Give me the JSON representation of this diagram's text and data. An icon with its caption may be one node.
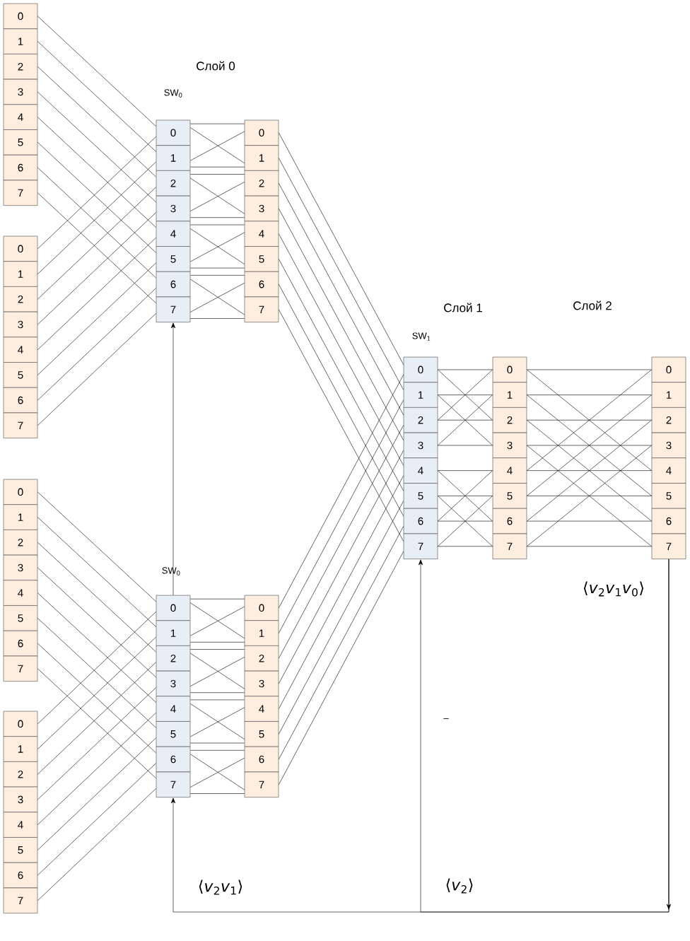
{
  "diagram": {
    "nodes": [
      {
        "text": [
          "0"
        ]
      },
      {
        "text": [
          "1"
        ]
      },
      {
        "text": [
          "2"
        ]
      },
      {
        "text": [
          "3"
        ]
      },
      {
        "text": [
          "4"
        ]
      },
      {
        "text": [
          "5"
        ]
      },
      {
        "text": [
          "6"
        ]
      },
      {
        "text": [
          "7"
        ]
      },
      {
        "text": [
          "0"
        ]
      },
      {
        "text": [
          "1"
        ]
      },
      {
        "text": [
          "2"
        ]
      },
      {
        "text": [
          "3"
        ]
      },
      {
        "text": [
          "4"
        ]
      },
      {
        "text": [
          "5"
        ]
      },
      {
        "text": [
          "6"
        ]
      },
      {
        "text": [
          "7"
        ]
      },
      {
        "text": [
          "0"
        ]
      },
      {
        "text": [
          "1"
        ]
      },
      {
        "text": [
          "2"
        ]
      },
      {
        "text": [
          "3"
        ]
      },
      {
        "text": [
          "4"
        ]
      },
      {
        "text": [
          "5"
        ]
      },
      {
        "text": [
          "6"
        ]
      },
      {
        "text": [
          "7"
        ]
      },
      {
        "text": [
          "0"
        ]
      },
      {
        "text": [
          "1"
        ]
      },
      {
        "text": [
          "2"
        ]
      },
      {
        "text": [
          "3"
        ]
      },
      {
        "text": [
          "4"
        ]
      },
      {
        "text": [
          "5"
        ]
      },
      {
        "text": [
          "6"
        ]
      },
      {
        "text": [
          "7"
        ]
      },
      {
        "text": [
          "0"
        ]
      },
      {
        "text": [
          "1"
        ]
      },
      {
        "text": [
          "2"
        ]
      },
      {
        "text": [
          "3"
        ]
      },
      {
        "text": [
          "4"
        ]
      },
      {
        "text": [
          "5"
        ]
      },
      {
        "text": [
          "6"
        ]
      },
      {
        "text": [
          "7"
        ]
      },
      {
        "text": [
          "0"
        ]
      },
      {
        "text": [
          "1"
        ]
      },
      {
        "text": [
          "2"
        ]
      },
      {
        "text": [
          "3"
        ]
      },
      {
        "text": [
          "4"
        ]
      },
      {
        "text": [
          "5"
        ]
      },
      {
        "text": [
          "6"
        ]
      },
      {
        "text": [
          "7"
        ]
      },
      {
        "text": [
          "0"
        ]
      },
      {
        "text": [
          "1"
        ]
      },
      {
        "text": [
          "2"
        ]
      },
      {
        "text": [
          "3"
        ]
      },
      {
        "text": [
          "4"
        ]
      },
      {
        "text": [
          "5"
        ]
      },
      {
        "text": [
          "6"
        ]
      },
      {
        "text": [
          "7"
        ]
      },
      {
        "text": [
          "0"
        ]
      },
      {
        "text": [
          "1"
        ]
      },
      {
        "text": [
          "2"
        ]
      },
      {
        "text": [
          "3"
        ]
      },
      {
        "text": [
          "4"
        ]
      },
      {
        "text": [
          "5"
        ]
      },
      {
        "text": [
          "6"
        ]
      },
      {
        "text": [
          "7"
        ]
      },
      {
        "text": [
          "0"
        ]
      },
      {
        "text": [
          "1"
        ]
      },
      {
        "text": [
          "2"
        ]
      },
      {
        "text": [
          "3"
        ]
      },
      {
        "text": [
          "4"
        ]
      },
      {
        "text": [
          "5"
        ]
      },
      {
        "text": [
          "6"
        ]
      },
      {
        "text": [
          "7"
        ]
      },
      {
        "text": [
          "0"
        ]
      },
      {
        "text": [
          "1"
        ]
      },
      {
        "text": [
          "2"
        ]
      },
      {
        "text": [
          "3"
        ]
      },
      {
        "text": [
          "4"
        ]
      },
      {
        "text": [
          "5"
        ]
      },
      {
        "text": [
          "6"
        ]
      },
      {
        "text": [
          "7"
        ]
      },
      {
        "text": [
          "0"
        ]
      },
      {
        "text": [
          "1"
        ]
      },
      {
        "text": [
          "2"
        ]
      },
      {
        "text": [
          "3"
        ]
      },
      {
        "text": [
          "4"
        ]
      },
      {
        "text": [
          "5"
        ]
      },
      {
        "text": [
          "6"
        ]
      },
      {
        "text": [
          "7"
        ]
      }
    ],
    "edges": [
      {
        "from": 0,
        "to": 32,
        "arrow": "none"
      },
      {
        "from": 1,
        "to": 33,
        "arrow": "none"
      },
      {
        "from": 2,
        "to": 34,
        "arrow": "none"
      },
      {
        "from": 3,
        "to": 35,
        "arrow": "none"
      },
      {
        "from": 4,
        "to": 36,
        "arrow": "none"
      },
      {
        "from": 5,
        "to": 37,
        "arrow": "none"
      },
      {
        "from": 6,
        "to": 38,
        "arrow": "none"
      },
      {
        "from": 7,
        "to": 39,
        "arrow": "none"
      },
      {
        "from": 8,
        "to": 32,
        "arrow": "none"
      },
      {
        "from": 9,
        "to": 33,
        "arrow": "none"
      },
      {
        "from": 10,
        "to": 34,
        "arrow": "none"
      },
      {
        "from": 11,
        "to": 35,
        "arrow": "none"
      },
      {
        "from": 12,
        "to": 36,
        "arrow": "none"
      },
      {
        "from": 13,
        "to": 37,
        "arrow": "none"
      },
      {
        "from": 14,
        "to": 38,
        "arrow": "none"
      },
      {
        "from": 15,
        "to": 39,
        "arrow": "none"
      },
      {
        "from": 16,
        "to": 48,
        "arrow": "none"
      },
      {
        "from": 17,
        "to": 49,
        "arrow": "none"
      },
      {
        "from": 18,
        "to": 50,
        "arrow": "none"
      },
      {
        "from": 19,
        "to": 51,
        "arrow": "none"
      },
      {
        "from": 20,
        "to": 52,
        "arrow": "none"
      },
      {
        "from": 21,
        "to": 53,
        "arrow": "none"
      },
      {
        "from": 22,
        "to": 54,
        "arrow": "none"
      },
      {
        "from": 23,
        "to": 55,
        "arrow": "none"
      },
      {
        "from": 24,
        "to": 48,
        "arrow": "none"
      },
      {
        "from": 25,
        "to": 49,
        "arrow": "none"
      },
      {
        "from": 26,
        "to": 50,
        "arrow": "none"
      },
      {
        "from": 27,
        "to": 51,
        "arrow": "none"
      },
      {
        "from": 28,
        "to": 52,
        "arrow": "none"
      },
      {
        "from": 29,
        "to": 53,
        "arrow": "none"
      },
      {
        "from": 30,
        "to": 54,
        "arrow": "none"
      },
      {
        "from": 31,
        "to": 55,
        "arrow": "none"
      },
      {
        "from": 32,
        "to": 40,
        "arrow": "none"
      },
      {
        "from": 32,
        "to": 41,
        "arrow": "none"
      },
      {
        "from": 33,
        "to": 40,
        "arrow": "none"
      },
      {
        "from": 33,
        "to": 41,
        "arrow": "none"
      },
      {
        "from": 34,
        "to": 42,
        "arrow": "none"
      },
      {
        "from": 34,
        "to": 43,
        "arrow": "none"
      },
      {
        "from": 35,
        "to": 42,
        "arrow": "none"
      },
      {
        "from": 35,
        "to": 43,
        "arrow": "none"
      },
      {
        "from": 36,
        "to": 44,
        "arrow": "none"
      },
      {
        "from": 36,
        "to": 45,
        "arrow": "none"
      },
      {
        "from": 37,
        "to": 44,
        "arrow": "none"
      },
      {
        "from": 37,
        "to": 45,
        "arrow": "none"
      },
      {
        "from": 38,
        "to": 46,
        "arrow": "none"
      },
      {
        "from": 38,
        "to": 47,
        "arrow": "none"
      },
      {
        "from": 39,
        "to": 46,
        "arrow": "none"
      },
      {
        "from": 39,
        "to": 47,
        "arrow": "none"
      },
      {
        "from": 48,
        "to": 56,
        "arrow": "none"
      },
      {
        "from": 48,
        "to": 57,
        "arrow": "none"
      },
      {
        "from": 49,
        "to": 56,
        "arrow": "none"
      },
      {
        "from": 49,
        "to": 57,
        "arrow": "none"
      },
      {
        "from": 50,
        "to": 58,
        "arrow": "none"
      },
      {
        "from": 50,
        "to": 59,
        "arrow": "none"
      },
      {
        "from": 51,
        "to": 58,
        "arrow": "none"
      },
      {
        "from": 51,
        "to": 59,
        "arrow": "none"
      },
      {
        "from": 52,
        "to": 60,
        "arrow": "none"
      },
      {
        "from": 52,
        "to": 61,
        "arrow": "none"
      },
      {
        "from": 53,
        "to": 60,
        "arrow": "none"
      },
      {
        "from": 53,
        "to": 61,
        "arrow": "none"
      },
      {
        "from": 54,
        "to": 62,
        "arrow": "none"
      },
      {
        "from": 54,
        "to": 63,
        "arrow": "none"
      },
      {
        "from": 55,
        "to": 62,
        "arrow": "none"
      },
      {
        "from": 55,
        "to": 63,
        "arrow": "none"
      },
      {
        "from": 40,
        "to": 64,
        "arrow": "none"
      },
      {
        "from": 41,
        "to": 65,
        "arrow": "none"
      },
      {
        "from": 42,
        "to": 66,
        "arrow": "none"
      },
      {
        "from": 43,
        "to": 67,
        "arrow": "none"
      },
      {
        "from": 44,
        "to": 68,
        "arrow": "none"
      },
      {
        "from": 45,
        "to": 69,
        "arrow": "none"
      },
      {
        "from": 46,
        "to": 70,
        "arrow": "none"
      },
      {
        "from": 47,
        "to": 71,
        "arrow": "none"
      },
      {
        "from": 56,
        "to": 64,
        "arrow": "none"
      },
      {
        "from": 57,
        "to": 65,
        "arrow": "none"
      },
      {
        "from": 58,
        "to": 66,
        "arrow": "none"
      },
      {
        "from": 59,
        "to": 67,
        "arrow": "none"
      },
      {
        "from": 60,
        "to": 68,
        "arrow": "none"
      },
      {
        "from": 61,
        "to": 69,
        "arrow": "none"
      },
      {
        "from": 62,
        "to": 70,
        "arrow": "none"
      },
      {
        "from": 63,
        "to": 71,
        "arrow": "none"
      },
      {
        "from": 64,
        "to": 72,
        "arrow": "none"
      },
      {
        "from": 64,
        "to": 74,
        "arrow": "none"
      },
      {
        "from": 65,
        "to": 73,
        "arrow": "none"
      },
      {
        "from": 65,
        "to": 75,
        "arrow": "none"
      },
      {
        "from": 66,
        "to": 74,
        "arrow": "none"
      },
      {
        "from": 66,
        "to": 72,
        "arrow": "none"
      },
      {
        "from": 67,
        "to": 75,
        "arrow": "none"
      },
      {
        "from": 67,
        "to": 73,
        "arrow": "none"
      },
      {
        "from": 68,
        "to": 76,
        "arrow": "none"
      },
      {
        "from": 68,
        "to": 78,
        "arrow": "none"
      },
      {
        "from": 69,
        "to": 77,
        "arrow": "none"
      },
      {
        "from": 69,
        "to": 79,
        "arrow": "none"
      },
      {
        "from": 70,
        "to": 78,
        "arrow": "none"
      },
      {
        "from": 70,
        "to": 76,
        "arrow": "none"
      },
      {
        "from": 71,
        "to": 79,
        "arrow": "none"
      },
      {
        "from": 71,
        "to": 77,
        "arrow": "none"
      },
      {
        "from": 72,
        "to": 80,
        "arrow": "none"
      },
      {
        "from": 72,
        "to": 84,
        "arrow": "none"
      },
      {
        "from": 73,
        "to": 81,
        "arrow": "none"
      },
      {
        "from": 73,
        "to": 85,
        "arrow": "none"
      },
      {
        "from": 74,
        "to": 82,
        "arrow": "none"
      },
      {
        "from": 74,
        "to": 86,
        "arrow": "none"
      },
      {
        "from": 75,
        "to": 83,
        "arrow": "none"
      },
      {
        "from": 75,
        "to": 87,
        "arrow": "none"
      },
      {
        "from": 76,
        "to": 84,
        "arrow": "none"
      },
      {
        "from": 76,
        "to": 80,
        "arrow": "none"
      },
      {
        "from": 77,
        "to": 85,
        "arrow": "none"
      },
      {
        "from": 77,
        "to": 81,
        "arrow": "none"
      },
      {
        "from": 78,
        "to": 86,
        "arrow": "none"
      },
      {
        "from": 78,
        "to": 82,
        "arrow": "none"
      },
      {
        "from": 79,
        "to": 87,
        "arrow": "none"
      },
      {
        "from": 79,
        "to": 83,
        "arrow": "none"
      },
      {
        "from": 48,
        "to": 39,
        "arrow": "to"
      },
      {
        "from": 87,
        "to": 55,
        "arrow": "to"
      },
      {
        "from": 87,
        "to": 71,
        "arrow": "to"
      }
    ],
    "labels": [
      "Слой 0",
      "SW$_{0}$",
      "Слой 1",
      "Слой 2",
      "SW$_{1}$",
      "SW$_{0}$",
      "⟨*v*$_{2}$*v*$_{1}$*v*$_{0}$⟩",
      "–",
      "⟨*v*$_{2}$*v*$_{1}$⟩",
      "⟨*v*$_{2}$⟩"
    ]
  }
}
